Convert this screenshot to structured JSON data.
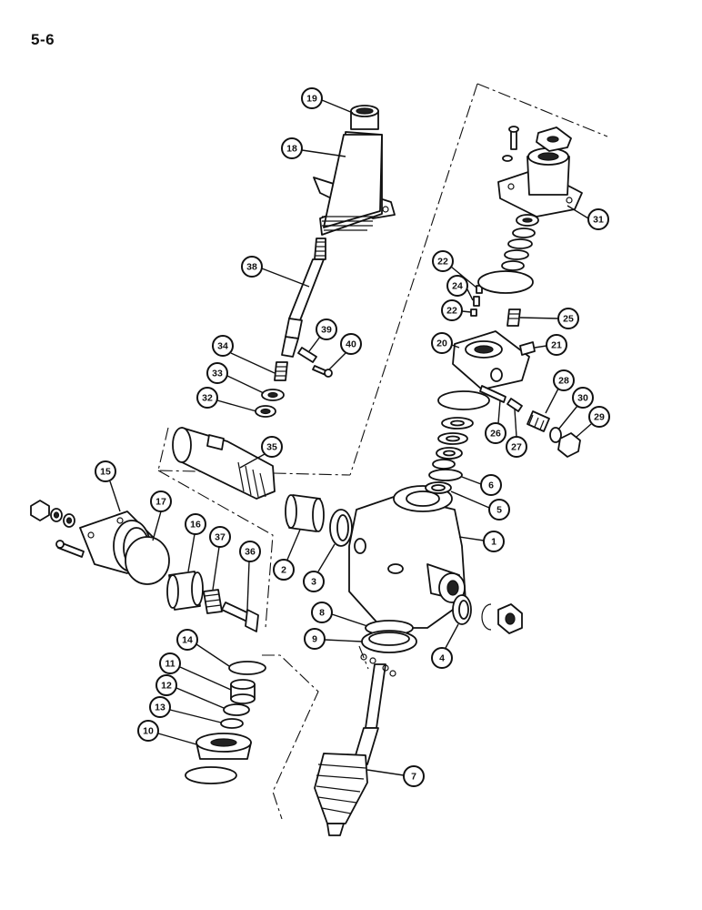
{
  "page": {
    "number": "5-6"
  },
  "callouts": [
    {
      "id": "c19",
      "label": "19"
    },
    {
      "id": "c18",
      "label": "18"
    },
    {
      "id": "c38",
      "label": "38"
    },
    {
      "id": "c39",
      "label": "39"
    },
    {
      "id": "c40",
      "label": "40"
    },
    {
      "id": "c34",
      "label": "34"
    },
    {
      "id": "c33",
      "label": "33"
    },
    {
      "id": "c32",
      "label": "32"
    },
    {
      "id": "c35",
      "label": "35"
    },
    {
      "id": "c15",
      "label": "15"
    },
    {
      "id": "c17",
      "label": "17"
    },
    {
      "id": "c16",
      "label": "16"
    },
    {
      "id": "c37",
      "label": "37"
    },
    {
      "id": "c36",
      "label": "36"
    },
    {
      "id": "c2",
      "label": "2"
    },
    {
      "id": "c3",
      "label": "3"
    },
    {
      "id": "c1",
      "label": "1"
    },
    {
      "id": "c4",
      "label": "4"
    },
    {
      "id": "c5",
      "label": "5"
    },
    {
      "id": "c6",
      "label": "6"
    },
    {
      "id": "c8",
      "label": "8"
    },
    {
      "id": "c9",
      "label": "9"
    },
    {
      "id": "c14",
      "label": "14"
    },
    {
      "id": "c11",
      "label": "11"
    },
    {
      "id": "c12",
      "label": "12"
    },
    {
      "id": "c13",
      "label": "13"
    },
    {
      "id": "c10",
      "label": "10"
    },
    {
      "id": "c7",
      "label": "7"
    },
    {
      "id": "c31",
      "label": "31"
    },
    {
      "id": "c22a",
      "label": "22"
    },
    {
      "id": "c24",
      "label": "24"
    },
    {
      "id": "c22b",
      "label": "22"
    },
    {
      "id": "c25",
      "label": "25"
    },
    {
      "id": "c20",
      "label": "20"
    },
    {
      "id": "c21",
      "label": "21"
    },
    {
      "id": "c28",
      "label": "28"
    },
    {
      "id": "c30",
      "label": "30"
    },
    {
      "id": "c29",
      "label": "29"
    },
    {
      "id": "c26",
      "label": "26"
    },
    {
      "id": "c27",
      "label": "27"
    }
  ]
}
